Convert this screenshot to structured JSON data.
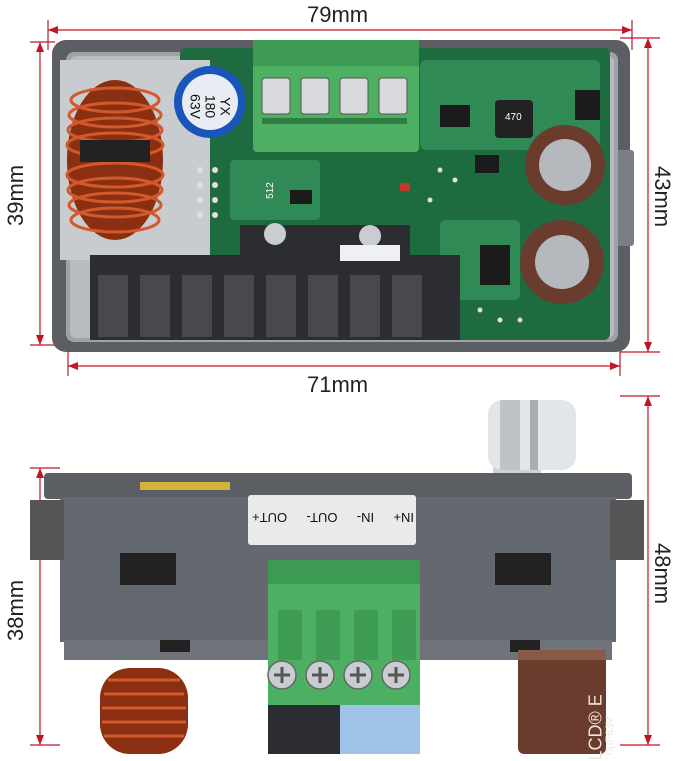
{
  "dimensions": {
    "top_width": "79mm",
    "left_height": "39mm",
    "right_height": "43mm",
    "inner_width": "71mm",
    "bottom_left_height": "38mm",
    "bottom_right_height": "48mm"
  },
  "components": {
    "cap_large_line1": "YX",
    "cap_large_line2": "180",
    "cap_large_line3": "63V",
    "resistor_512": "512",
    "inductor_470": "470"
  },
  "terminal_labels": {
    "out_plus": "OUT+",
    "out_minus": "OUT-",
    "in_minus": "IN-",
    "in_plus": "IN+"
  },
  "bottom_cap_text": "LCD® E",
  "bottom_cap_rating": "0µF63V",
  "colors": {
    "pcb": "#1e6b3f",
    "case": "#5b5e63",
    "terminal": "#4caf62",
    "copper": "#b5471e",
    "heatsink": "#2b2d31"
  }
}
